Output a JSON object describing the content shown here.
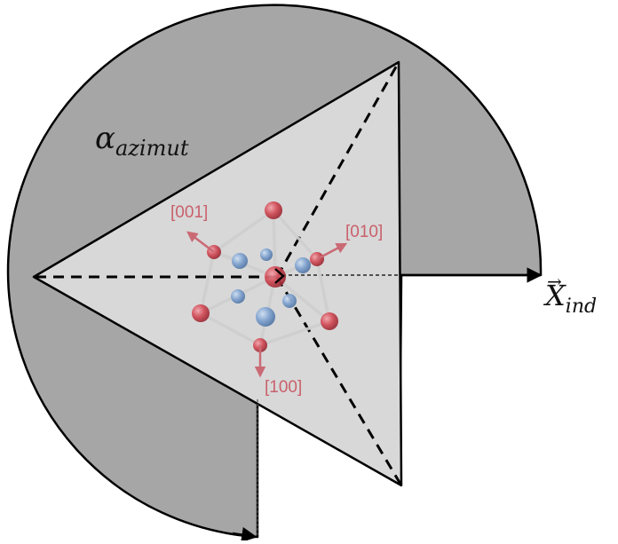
{
  "diagram": {
    "azimuth_label": {
      "symbol": "α",
      "subscript": "azimut"
    },
    "axis_label": {
      "symbol": "X",
      "arrow": "⃗",
      "subscript": "ind"
    },
    "miller_labels": {
      "dir_001": "[001]",
      "dir_010": "[010]",
      "dir_100": "[100]"
    },
    "colors": {
      "sector_fill": "#a6a6a6",
      "triangle_fill": "#d8d8d8",
      "outline": "#000000",
      "red_atom": "#d14a55",
      "blue_atom": "#7fa2cf",
      "bond": "#cfcfcf",
      "miller_text": "#c9616c"
    }
  }
}
